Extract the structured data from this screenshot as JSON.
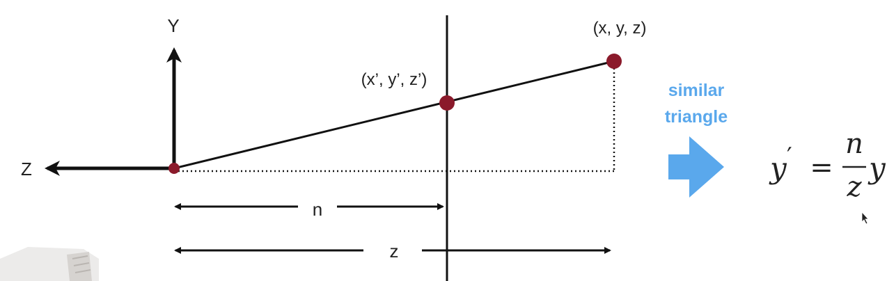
{
  "axes": {
    "y_label": "Y",
    "z_label": "Z"
  },
  "points": {
    "far_point_label": "(x, y, z)",
    "near_point_label": "(x’, y’, z’)"
  },
  "distances": {
    "n_label": "n",
    "z_label": "z"
  },
  "note": {
    "line1": "similar",
    "line2": "triangle"
  },
  "equation": {
    "lhs_var": "y",
    "prime": "′",
    "equals": "=",
    "numerator": "n",
    "denominator": "z",
    "rhs_var": "y"
  },
  "colors": {
    "point_fill": "#8b1a2b",
    "accent_blue": "#5aa8ec",
    "line": "#111111"
  }
}
